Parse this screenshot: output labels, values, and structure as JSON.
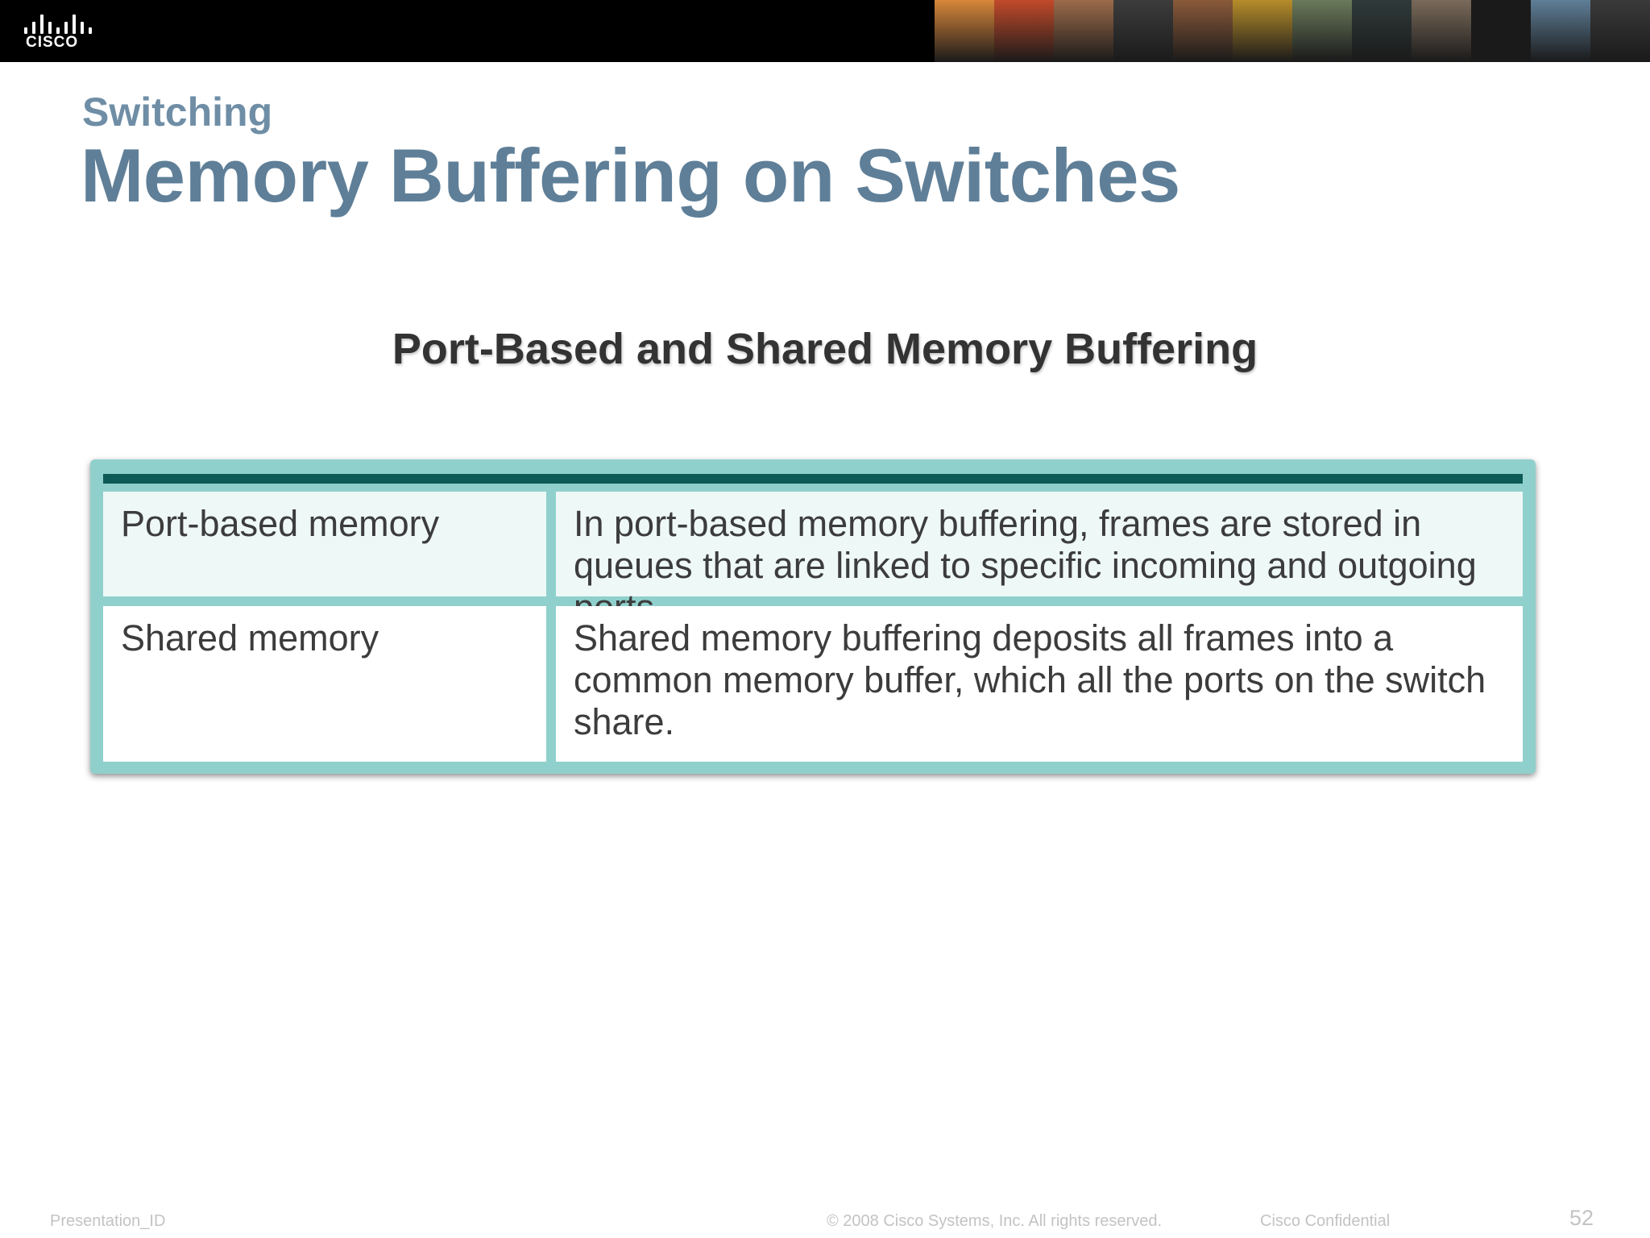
{
  "header": {
    "logo_text": "CISCO",
    "photo_colors": [
      "#d8873a",
      "#c24a2a",
      "#9b6b4a",
      "#3c3c3c",
      "#8a5a3a",
      "#b78d2a",
      "#6a7a5a",
      "#2f3a3a",
      "#7a6a5a",
      "#1a1a1a",
      "#5f7f98",
      "#3a3a3a"
    ]
  },
  "slide": {
    "subtitle": "Switching",
    "title": "Memory Buffering on Switches"
  },
  "figure": {
    "heading": "Port-Based and Shared Memory Buffering",
    "rows": [
      {
        "term": "Port-based memory",
        "description": "In port-based memory buffering, frames are stored in queues that are linked to specific incoming and outgoing ports."
      },
      {
        "term": "Shared memory",
        "description": "Shared memory buffering deposits all frames into a common memory buffer, which all the ports on the switch share."
      }
    ]
  },
  "footer": {
    "presentation_id": "Presentation_ID",
    "copyright": "© 2008 Cisco Systems, Inc. All rights reserved.",
    "confidential": "Cisco Confidential",
    "page_number": "52"
  },
  "colors": {
    "title": "#5f7f98",
    "table_border": "#8fd0cc",
    "table_topline": "#0e5a56"
  }
}
